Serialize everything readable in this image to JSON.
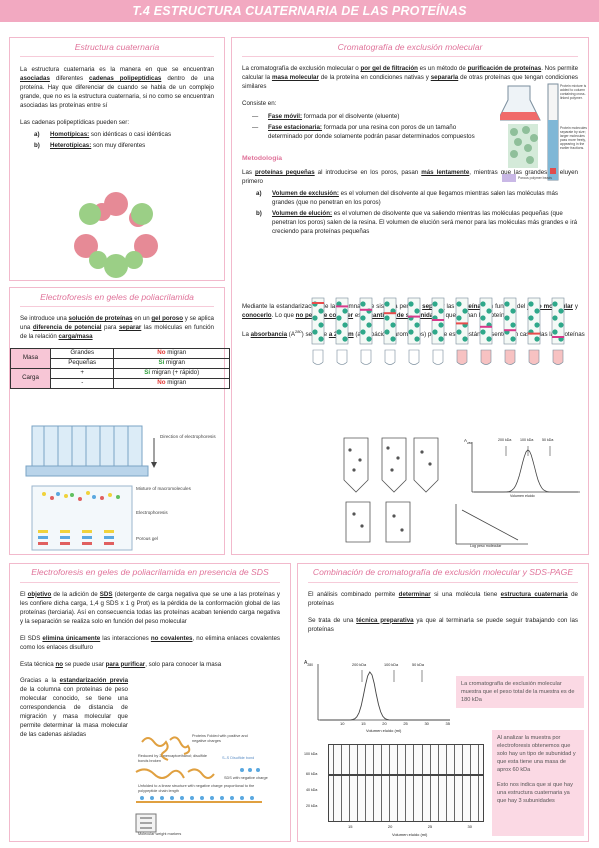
{
  "title": "T.4 ESTRUCTURA CUATERNARIA DE LAS PROTEÍNAS",
  "s1": {
    "title": "Estructura cuaternaria",
    "p1": [
      "La estructura cuaternaria es la manera en que se encuentran ",
      "asociadas",
      " diferentes ",
      "cadenas polipeptídicas",
      " dentro de una proteína. Hay que diferenciar de cuando se habla de un complejo grande, que no es la estructura cuaternaria, si no como se encuentran asociadas las proteínas entre sí"
    ],
    "p2": "Las cadenas polipeptídicas pueden ser:",
    "items": [
      {
        "letter": "a)",
        "term": "Homotípicas:",
        "text": " son idénticas o casi idénticas"
      },
      {
        "letter": "b)",
        "term": "Heterotípicas:",
        "text": " son muy diferentes"
      }
    ]
  },
  "s2": {
    "title": "Electroforesis en geles de poliacrilamida",
    "p1": [
      "Se introduce una ",
      "solución de proteínas",
      " en un ",
      "gel poroso",
      " y se aplica una ",
      "diferencia de potencial",
      " para ",
      "separar",
      " las moléculas en función de la relación ",
      "carga/masa"
    ],
    "table": {
      "masa": "Masa",
      "carga": "Carga",
      "grandes": "Grandes",
      "pequenas": "Pequeñas",
      "plus": "+",
      "minus": "-",
      "no": "No",
      "si": "Sí",
      "migran": " migran",
      "migran_rapido": " migran (+ rápido)"
    },
    "fig_labels": {
      "direction": "Direction of electrophoresis",
      "mixture": "Mixture of macromolecules",
      "electrophoresis": "Electrophoresis",
      "porous": "Porous gel"
    }
  },
  "s3": {
    "title": "Cromatografía de exclusión molecular",
    "p1": [
      "La cromatografía de exclusión molecular o ",
      "por gel de filtración",
      " es un método de ",
      "purificación de proteínas",
      ". Nos permite calcular la ",
      "masa molecular",
      " de la proteína en condiciones nativas y ",
      "separarla",
      " de otras proteínas que tengan condiciones similares"
    ],
    "consiste": "Consiste en:",
    "phases": [
      {
        "term": "Fase móvil:",
        "text": " formada por el disolvente (eluente)"
      },
      {
        "term": "Fase estacionaria:",
        "text": " formada por una resina con poros de un tamaño determinado por donde solamente podrán pasar determinados compuestos"
      }
    ],
    "fig_labels": {
      "a": "Protein mixture is added to column containing cross-linked polymer.",
      "b": "Protein molecules separate by size; larger molecules pass more freely, appearing in the earlier fractions.",
      "c": "Porous polymer beads"
    },
    "metodologia": "Metodología",
    "p2": [
      "Las ",
      "proteínas pequeñas",
      " al introducirse en los poros, pasan ",
      "más lentamente",
      ", mientras que las grandes se eluyen primero"
    ],
    "items": [
      {
        "letter": "a)",
        "term": "Volumen de exclusión:",
        "text": " es el volumen del disolvente al que llegamos mientras salen las moléculas más grandes (que no penetran en los poros)"
      },
      {
        "letter": "b)",
        "term": "Volumen de elución:",
        "text": " es el volumen de disolvente que va saliendo mientras las moléculas pequeñas (que penetran los poros) salen de la resina. El volumen de elución será menor para las moléculas más grandes e irá creciendo para proteínas pequeñas"
      }
    ],
    "p3": [
      "Mediante la estandarización de la columna este sistema permite ",
      "separar",
      " las ",
      "proteínas",
      " en función del ",
      "peso molecular",
      " y ",
      "conocerlo",
      ". Lo que ",
      "no permite conocer",
      " es la ",
      "cantidad de subunidades",
      " que forman la proteína"
    ],
    "p4": [
      "La ",
      "absorbancia",
      " (A",
      "280",
      ") se mide ",
      "a 280nm",
      " (aminoácidos aromáticos) porque estos están presentes en casi todas las proteínas"
    ],
    "chart_labels": {
      "a": "A",
      "sub": "280",
      "k1": "200 kDa",
      "k2": "100 kDa",
      "k3": "50 kDa",
      "xl": "Volumen eluido",
      "xl2": "Log peso molecular",
      "yl": "Volumen eluido"
    }
  },
  "s4": {
    "title": "Electroforesis en geles de poliacrilamida en presencia de SDS",
    "p1": [
      "El ",
      "objetivo",
      " de la adición de ",
      "SDS",
      " (detergente de carga negativa que se une a las proteínas y les confiere dicha carga, 1,4 g SDS x 1 g Prot) es la pérdida de la conformación global de las proteínas (terciaria). Así en consecuencia todas las proteínas acaban teniendo carga negativa y la separación se realiza solo en función del peso molecular"
    ],
    "p2": [
      "El SDS ",
      "elimina únicamente",
      " las interacciones ",
      "no covalentes",
      ", no elimina enlaces covalentes como los enlaces disulfuro"
    ],
    "p3": [
      "Esta técnica ",
      "no",
      " se puede usar ",
      "para purificar",
      ", solo para conocer la masa"
    ],
    "p4": [
      "Gracias a la ",
      "estandarización previa",
      " de la columna con proteínas de peso molecular conocido, se tiene una correspondencia de distancia de migración y masa molecular que permite determinar la masa molecular de las cadenas aisladas"
    ],
    "fig_labels": {
      "a": "Proteins Folded with positive and negative charges",
      "b": "Reduced by 2-mercaptoethanol; disulfide bonds broken",
      "c": "S–S  Disulfide bond",
      "d": "SDS with negative charge",
      "e": "Unfolded to a linear structure with negative charge proportional to the polypeptide chain length",
      "f": "Molecular weight markers"
    }
  },
  "s5": {
    "title": "Combinación de cromatografía de exclusión molecular y SDS-PAGE",
    "p1": [
      "El análisis combinado permite ",
      "determinar",
      " si una molécula tiene ",
      "estructura cuaternaria",
      " de proteínas"
    ],
    "p2": [
      "Se trata de una ",
      "técnica preparativa",
      " ya que al terminarla se puede seguir trabajando con las proteínas"
    ],
    "note1": "La cromatografía de exclusión molecular muestra que el peso total de la muestra es de 180 kDa",
    "note2a": "Al analizar la muestra por electroforesis obtenemos que solo hay un tipo de subunidad y que esta tiene una masa de aprox 60 kDa",
    "note2b": "Esto nos indica que si que hay una estructura cuaternaria ya que hay 3 subunidades",
    "chart_labels": {
      "a": "A",
      "sub": "280",
      "k1": "200 kDa",
      "k2": "100 kDa",
      "k3": "50 kDa",
      "xl": "Volumen eluido (ml)",
      "x": [
        "10",
        "15",
        "20",
        "25",
        "30",
        "35"
      ],
      "gx": [
        "15",
        "20",
        "25",
        "30"
      ],
      "gy": [
        "100 kDa",
        "60 kDa",
        "40 kDa",
        "20 kDa"
      ]
    }
  }
}
